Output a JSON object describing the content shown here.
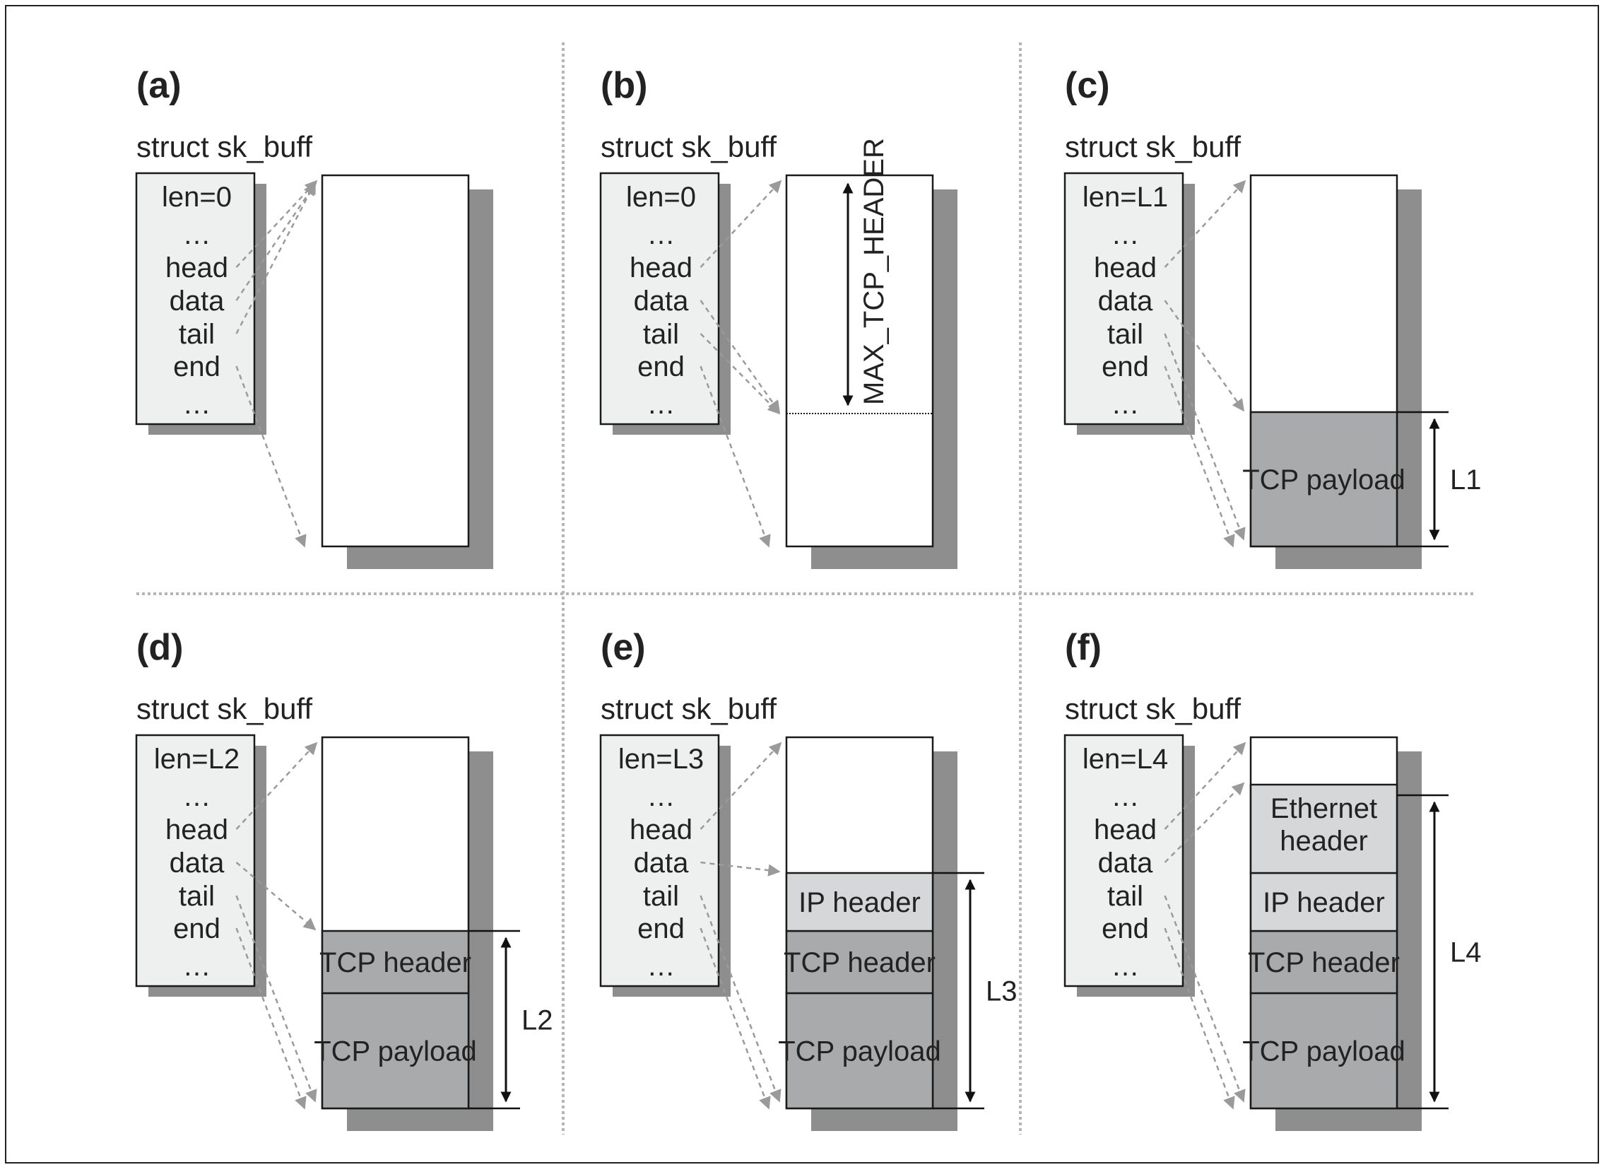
{
  "figure": {
    "panels": [
      {
        "label": "(a)",
        "struct_title": "struct sk_buff",
        "fields": [
          "len=0",
          "…",
          "head",
          "data",
          "tail",
          "end",
          "…"
        ],
        "segments": [],
        "length_label": "",
        "header_reserve_label": ""
      },
      {
        "label": "(b)",
        "struct_title": "struct sk_buff",
        "fields": [
          "len=0",
          "…",
          "head",
          "data",
          "tail",
          "end",
          "…"
        ],
        "segments": [],
        "length_label": "",
        "header_reserve_label": "MAX_TCP_HEADER"
      },
      {
        "label": "(c)",
        "struct_title": "struct sk_buff",
        "fields": [
          "len=L1",
          "…",
          "head",
          "data",
          "tail",
          "end",
          "…"
        ],
        "segments": [
          {
            "label": "TCP payload",
            "shade": "dark"
          }
        ],
        "length_label": "L1",
        "header_reserve_label": ""
      },
      {
        "label": "(d)",
        "struct_title": "struct sk_buff",
        "fields": [
          "len=L2",
          "…",
          "head",
          "data",
          "tail",
          "end",
          "…"
        ],
        "segments": [
          {
            "label": "TCP header",
            "shade": "dark"
          },
          {
            "label": "TCP payload",
            "shade": "dark"
          }
        ],
        "length_label": "L2",
        "header_reserve_label": ""
      },
      {
        "label": "(e)",
        "struct_title": "struct sk_buff",
        "fields": [
          "len=L3",
          "…",
          "head",
          "data",
          "tail",
          "end",
          "…"
        ],
        "segments": [
          {
            "label": "IP header",
            "shade": "light"
          },
          {
            "label": "TCP header",
            "shade": "dark"
          },
          {
            "label": "TCP payload",
            "shade": "dark"
          }
        ],
        "length_label": "L3",
        "header_reserve_label": ""
      },
      {
        "label": "(f)",
        "struct_title": "struct sk_buff",
        "fields": [
          "len=L4",
          "…",
          "head",
          "data",
          "tail",
          "end",
          "…"
        ],
        "segments": [
          {
            "label": "Ethernet header",
            "shade": "light"
          },
          {
            "label": "IP header",
            "shade": "light"
          },
          {
            "label": "TCP header",
            "shade": "dark"
          },
          {
            "label": "TCP payload",
            "shade": "dark"
          }
        ],
        "length_label": "L4",
        "header_reserve_label": ""
      }
    ],
    "colors": {
      "struct_fill": "#eef0f0",
      "shadow": "#8e8e8e",
      "dark_segment": "#a9aaab",
      "light_segment": "#d6d7d8",
      "pointer_arrow": "#9a9a9a",
      "divider": "#b5b5b5",
      "outline": "#1a1a1a"
    }
  }
}
